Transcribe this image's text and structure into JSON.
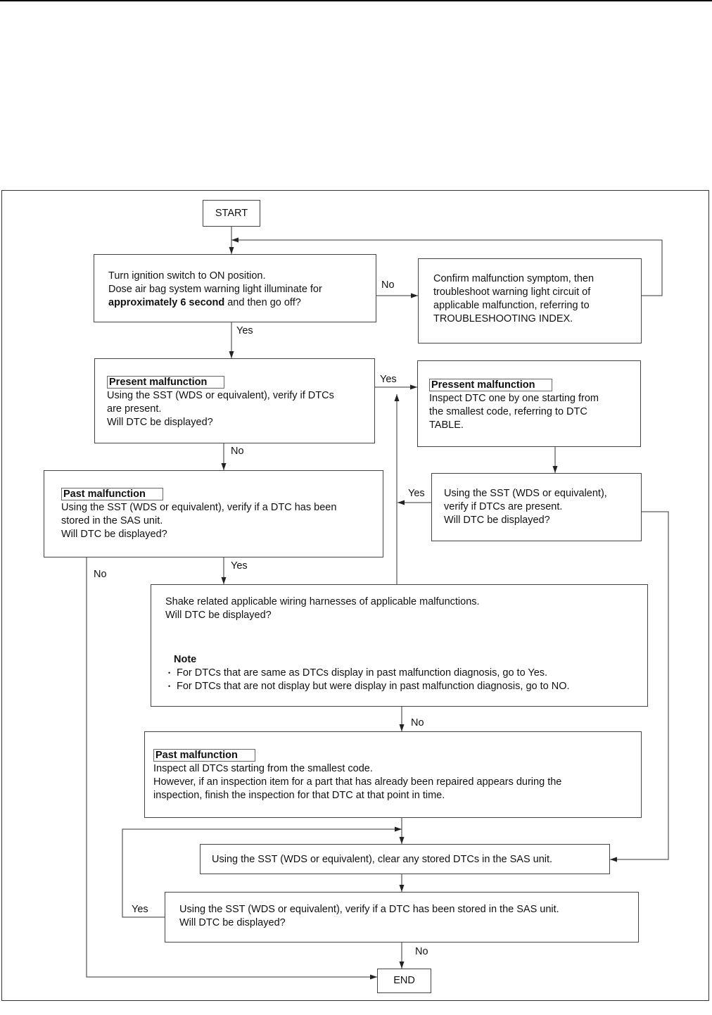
{
  "start": "START",
  "end": "END",
  "labels": {
    "yes": "Yes",
    "no": "No"
  },
  "step1": {
    "line1": "Turn ignition switch to ON position.",
    "line2": "Dose air bag system warning light illuminate for",
    "line3_bold": "approximately 6 second",
    "line3_rest": " and then go off?"
  },
  "warn_box": {
    "line1": "Confirm malfunction symptom, then",
    "line2": "troubleshoot warning light circuit of",
    "line3": "applicable malfunction, referring to",
    "line4": "TROUBLESHOOTING INDEX."
  },
  "present_box": {
    "tag": "Present malfunction",
    "line1": "Using the SST (WDS or equivalent), verify if DTCs",
    "line2": "are present.",
    "line3": "Will DTC be displayed?"
  },
  "pressent_box": {
    "tag": "Pressent malfunction",
    "line1": "Inspect DTC one by one starting from",
    "line2": "the smallest code, referring to DTC",
    "line3": "TABLE."
  },
  "verify_right": {
    "line1": "Using the SST (WDS or equivalent),",
    "line2": "verify if DTCs are present.",
    "line3": "Will DTC be displayed?"
  },
  "past_box": {
    "tag": "Past malfunction",
    "line1": "Using the SST (WDS or equivalent), verify if a DTC has been",
    "line2": "stored in the SAS unit.",
    "line3": "Will DTC be displayed?"
  },
  "shake_box": {
    "line1": "Shake related applicable wiring harnesses of applicable malfunctions.",
    "line2": "Will DTC be displayed?",
    "note_title": "Note",
    "bullet1": "For DTCs that are same as DTCs display in past malfunction diagnosis, go to Yes.",
    "bullet2": "For DTCs that are not display but were display in past malfunction diagnosis, go to NO."
  },
  "past_inspect": {
    "tag": "Past malfunction",
    "line1": "Inspect all DTCs starting from the smallest code.",
    "line2": "However, if an inspection item for a part that has already been repaired appears during the",
    "line3": "inspection, finish the inspection for that DTC at that point in time."
  },
  "clear_box": {
    "line1": "Using the SST (WDS or equivalent), clear any stored DTCs in the SAS unit."
  },
  "final_verify": {
    "line1": "Using the SST (WDS or equivalent), verify if a DTC has been stored in the SAS unit.",
    "line2": "Will DTC be displayed?"
  }
}
